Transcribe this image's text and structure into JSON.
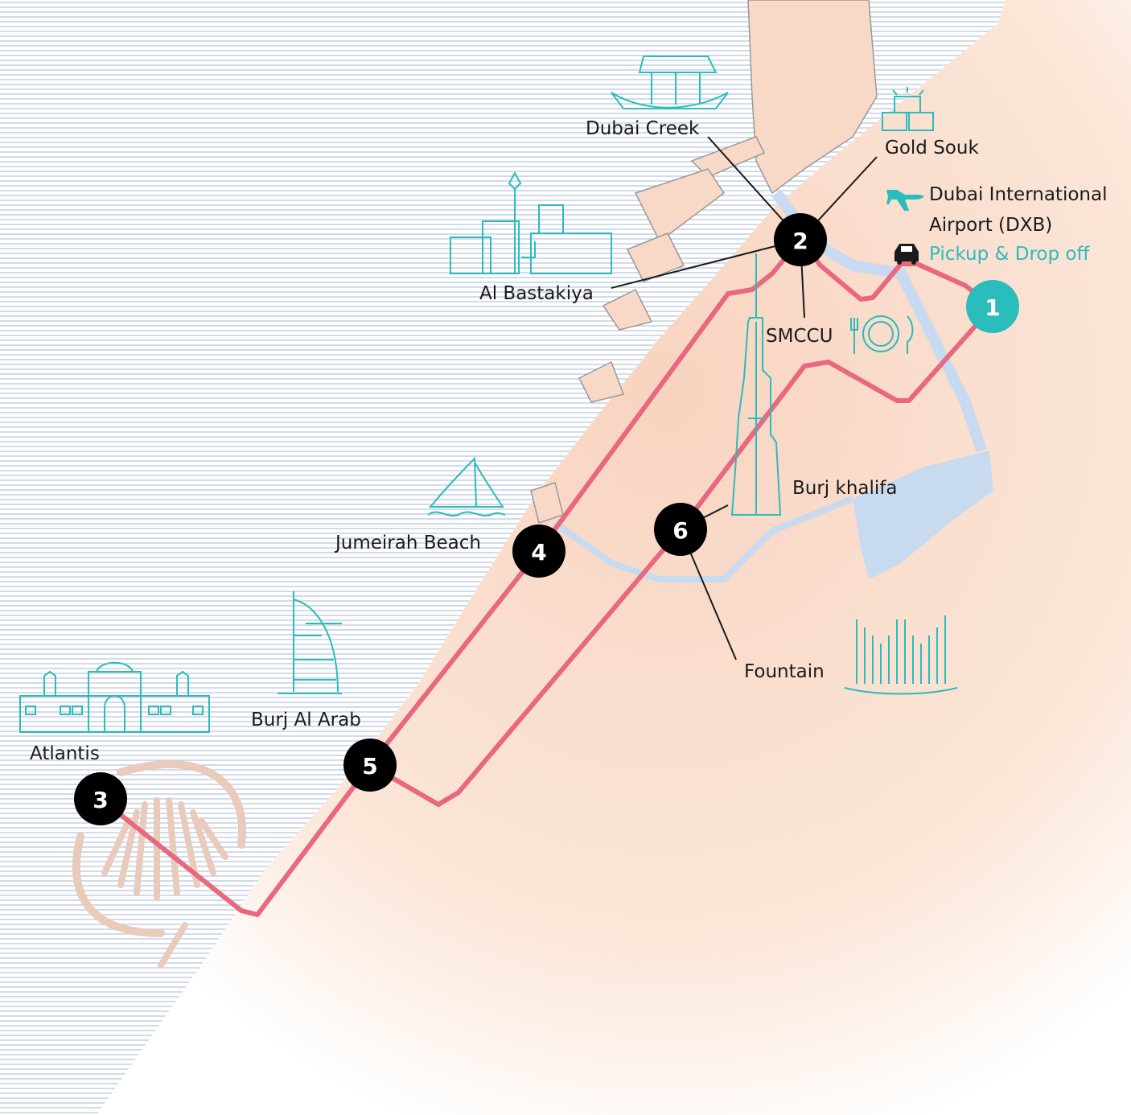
{
  "colors": {
    "route": "#e8687f",
    "stop_marker": "#000000",
    "start_marker": "#2bbcbc",
    "icon": "#2bbcbc",
    "land": "#f8d9c8",
    "water": "#c8daf0",
    "sea_lines": "#b9c7de"
  },
  "stops": [
    {
      "number": "1",
      "label": "Dubai International",
      "label2": "Airport (DXB)",
      "note": "Pickup & Drop off"
    },
    {
      "number": "2",
      "landmarks": [
        "Dubai Creek",
        "Gold Souk",
        "Al Bastakiya",
        "SMCCU"
      ]
    },
    {
      "number": "3",
      "label": "Atlantis"
    },
    {
      "number": "4",
      "label": "Jumeirah Beach"
    },
    {
      "number": "5",
      "label": "Burj Al Arab"
    },
    {
      "number": "6",
      "landmarks": [
        "Burj khalifa",
        "Fountain"
      ]
    }
  ],
  "icons": [
    "airplane-icon",
    "car-icon",
    "dhow-boat-icon",
    "gold-bars-icon",
    "heritage-tower-icon",
    "restaurant-icon",
    "burj-khalifa-icon",
    "jumeirah-hotel-icon",
    "burj-al-arab-icon",
    "atlantis-icon",
    "fountain-icon"
  ]
}
